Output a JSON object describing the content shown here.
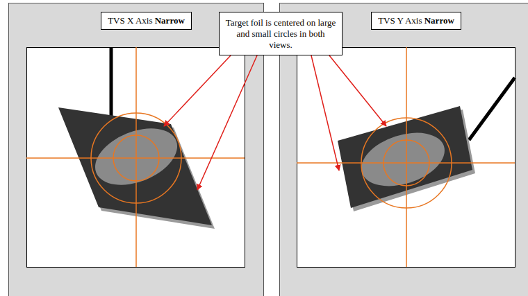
{
  "diagram": {
    "nodes": [
      {
        "text": [
          "TVS X Axis",
          "Narrow"
        ]
      },
      {
        "text": [
          "TVS Y Axis",
          "Narrow"
        ]
      },
      {
        "text": [
          "Target foil is centered on large and small circles in both views."
        ]
      }
    ]
  }
}
